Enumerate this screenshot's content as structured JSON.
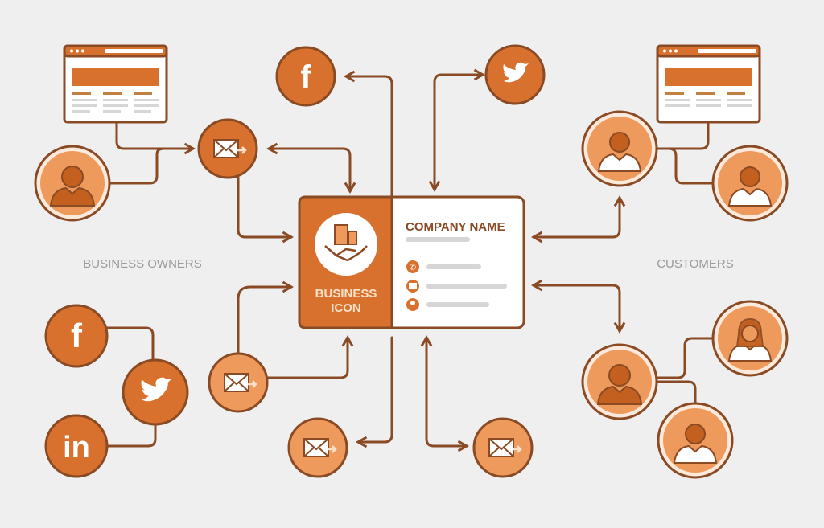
{
  "card": {
    "company_name": "COMPANY NAME",
    "business_label_line1": "BUSINESS",
    "business_label_line2": "ICON"
  },
  "labels": {
    "left_group": "BUSINESS OWNERS",
    "right_group": "CUSTOMERS"
  },
  "icons": {
    "facebook": "f",
    "linkedin": "in"
  },
  "colors": {
    "accent": "#d9712e",
    "stroke": "#8a4a24",
    "light": "#ee9a5c",
    "background": "#efefef"
  }
}
